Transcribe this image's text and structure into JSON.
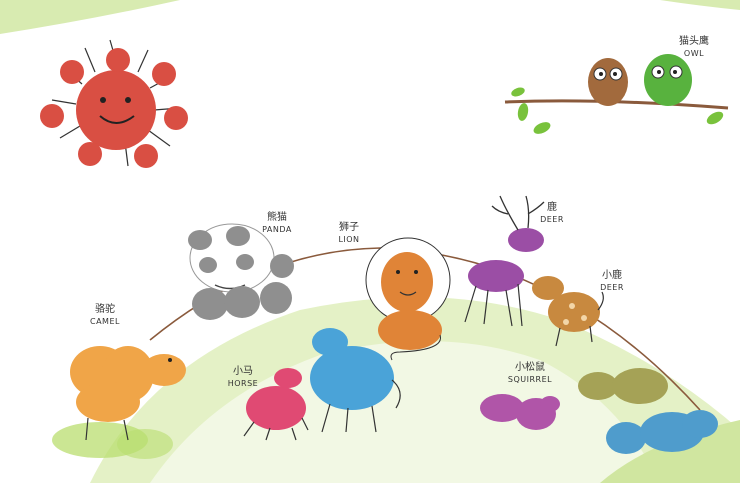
{
  "colors": {
    "sun": "#d94f43",
    "hill": "#d8ebb1",
    "hill_light": "#eef6dd",
    "rope": "#8a5a3c",
    "camel": "#f0a548",
    "panda": "#8f8f8f",
    "lion": "#e08437",
    "deer": "#9b4ea5",
    "fawn": "#c8893f",
    "horse": "#e04a73",
    "horse_blue": "#4aa3d8",
    "squirrel_pink": "#b055a8",
    "squirrel_olive": "#a5a256",
    "squirrel_blue": "#4f9ccc",
    "owl_brown": "#a26a3d",
    "owl_green": "#58b23e",
    "leaf": "#79c23c"
  },
  "icons": [
    "sun-icon",
    "owl-icon",
    "camel-icon",
    "panda-icon",
    "lion-icon",
    "deer-icon",
    "fawn-icon",
    "horse-icon",
    "squirrel-icon"
  ],
  "labels": {
    "owl": {
      "zh": "猫头鹰",
      "en": "OWL"
    },
    "panda": {
      "zh": "熊猫",
      "en": "PANDA"
    },
    "lion": {
      "zh": "狮子",
      "en": "LION"
    },
    "deer": {
      "zh": "鹿",
      "en": "DEER"
    },
    "fawn": {
      "zh": "小鹿",
      "en": "DEER"
    },
    "camel": {
      "zh": "骆驼",
      "en": "CAMEL"
    },
    "horse": {
      "zh": "小马",
      "en": "HORSE"
    },
    "squirrel": {
      "zh": "小松鼠",
      "en": "SQUIRREL"
    }
  }
}
